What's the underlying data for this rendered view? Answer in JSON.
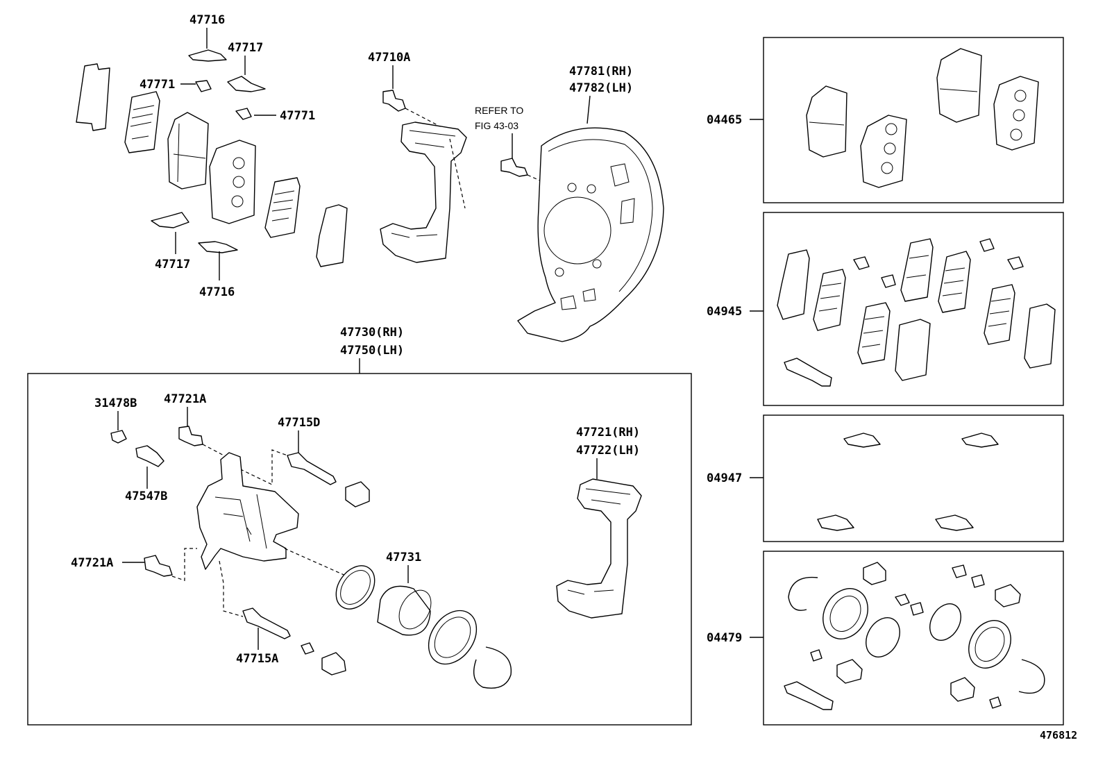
{
  "figure_number": "476812",
  "labels": {
    "p47716_top": "47716",
    "p47717_top": "47717",
    "p47771_a": "47771",
    "p47771_b": "47771",
    "p47717_bot": "47717",
    "p47716_bot": "47716",
    "p47710A": "47710A",
    "refer_line1": "REFER TO",
    "refer_line2": "FIG 43-03",
    "p47781": "47781(RH)",
    "p47782": "47782(LH)",
    "p47730": "47730(RH)",
    "p47750": "47750(LH)",
    "p31478B": "31478B",
    "p47721A_top": "47721A",
    "p47715D": "47715D",
    "p47547B": "47547B",
    "p47721A_left": "47721A",
    "p47715A": "47715A",
    "p47731": "47731",
    "p47721_rh": "47721(RH)",
    "p47722_lh": "47722(LH)",
    "k04465": "04465",
    "k04945": "04945",
    "k04947": "04947",
    "k04479": "04479"
  }
}
